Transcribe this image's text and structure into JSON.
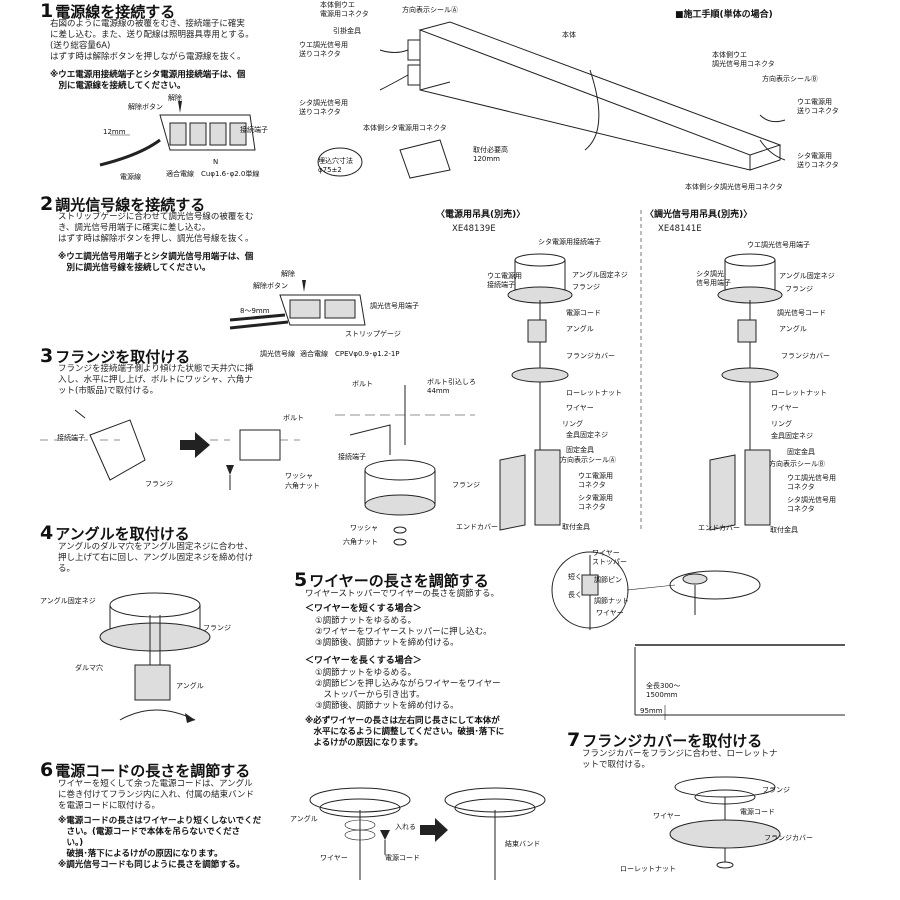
{
  "steps": {
    "s1": {
      "num": "1",
      "title": "電源線を接続する",
      "body": "右図のように電源線の被覆をむき、接続端子に確実\nに差し込む。また、送り配線は照明器具専用とする。\n(送り総容量6A)\nはずす時は解除ボタンを押しながら電源線を抜く。",
      "note": "※ウエ電源用接続端子とシタ電源用接続端子は、個\n　別に電源線を接続してください。",
      "labels": {
        "release": "解除",
        "release_btn": "解除ボタン",
        "terminal": "接続端子",
        "mm": "12mm",
        "n": "N",
        "wire": "電源線",
        "fit": "適合電線　Cuφ1.6･φ2.0単線"
      }
    },
    "s2": {
      "num": "2",
      "title": "調光信号線を接続する",
      "body": "ストリップゲージに合わせて調光信号線の被覆をむ\nき、調光信号用端子に確実に差し込む。\nはずす時は解除ボタンを押し、調光信号線を抜く。",
      "note": "※ウエ調光信号用端子とシタ調光信号用端子は、個\n　別に調光信号線を接続してください。",
      "labels": {
        "release": "解除",
        "release_btn": "解除ボタン",
        "terminal": "調光信号用端子",
        "mm": "8～9mm",
        "gauge": "ストリップゲージ",
        "wire": "調光信号線",
        "fit": "適合電線　CPEVφ0.9･φ1.2-1P"
      }
    },
    "s3": {
      "num": "3",
      "title": "フランジを取付ける",
      "body": "フランジを接続端子側より傾けた状態で天井穴に挿\n入し、水平に押し上げ、ボルトにワッシャ、六角ナ\nット(市販品)で取付ける。",
      "labels": {
        "terminal": "接続端子",
        "flange": "フランジ",
        "bolt": "ボルト",
        "washer": "ワッシャ",
        "nut": "六角ナット",
        "bolt2": "ボルト",
        "pull": "ボルト引込しろ\n44mm",
        "terminal2": "接続端子",
        "flange2": "フランジ",
        "washer2": "ワッシャ",
        "nut2": "六角ナット"
      }
    },
    "s4": {
      "num": "4",
      "title": "アングルを取付ける",
      "body": "アングルのダルマ穴をアングル固定ネジに合わせ、\n押し上げて右に回し、アングル固定ネジを締め付け\nる。",
      "labels": {
        "screw": "アングル固定ネジ",
        "flange": "フランジ",
        "hole": "ダルマ穴",
        "angle": "アングル"
      }
    },
    "s5": {
      "num": "5",
      "title": "ワイヤーの長さを調節する",
      "body": "ワイヤーストッパーでワイヤーの長さを調節する。",
      "short_title": "＜ワイヤーを短くする場合＞",
      "short_steps": "①調節ナットをゆるめる。\n②ワイヤーをワイヤーストッパーに押し込む。\n③調節後、調節ナットを締め付ける。",
      "long_title": "＜ワイヤーを長くする場合＞",
      "long_steps": "①調節ナットをゆるめる。\n②調節ピンを押し込みながらワイヤーをワイヤー\n　ストッパーから引き出す。\n③調節後、調節ナットを締め付ける。",
      "note": "※必ずワイヤーの長さは左右同じ長さにして本体が\n　水平になるように調整してください。破損･落下に\n　よるけがの原因になります。",
      "labels": {
        "stopper": "ワイヤー\nストッパー",
        "short": "短く",
        "long": "長く",
        "pin": "調節ピン",
        "nut": "調節ナット",
        "wire": "ワイヤー",
        "total": "全長300～\n1500mm",
        "mm95": "95mm"
      }
    },
    "s6": {
      "num": "6",
      "title": "電源コードの長さを調節する",
      "body": "ワイヤーを短くして余った電源コードは、アングル\nに巻き付けてフランジ内に入れ、付属の結束バンド\nを電源コードに取付ける。",
      "note": "※電源コードの長さはワイヤーより短くしないでくだ\n　さい。(電源コードで本体を吊らないでくださ\n　い。)\n　破損･落下によるけがの原因になります。\n※調光信号コードも同じように長さを調節する。",
      "labels": {
        "angle": "アングル",
        "insert": "入れる",
        "wire": "ワイヤー",
        "cord": "電源コード",
        "band": "結束バンド"
      }
    },
    "s7": {
      "num": "7",
      "title": "フランジカバーを取付ける",
      "body": "フランジカバーをフランジに合わせ、ローレットナ\nットで取付ける。",
      "labels": {
        "flange": "フランジ",
        "cord": "電源コード",
        "wire": "ワイヤー",
        "cover": "フランジカバー",
        "knurl": "ローレットナット"
      }
    }
  },
  "top": {
    "heading": "■施工手順(単体の場合)",
    "labels": {
      "main_upper_conn": "本体側ウエ\n電源用コネクタ",
      "hook": "引掛金具",
      "dir_a": "方向表示シールⒶ",
      "body": "本体",
      "upper_dim_send": "ウエ調光信号用\n送りコネクタ",
      "lower_dim_send": "シタ調光信号用\n送りコネクタ",
      "main_lower_conn": "本体側シタ電源用コネクタ",
      "main_upper_dim": "本体側ウエ\n調光信号用コネクタ",
      "dir_b": "方向表示シールⒷ",
      "upper_power_send": "ウエ電源用\n送りコネクタ",
      "lower_power_send": "シタ電源用\n送りコネクタ",
      "main_lower_dim": "本体側シタ調光信号用コネクタ",
      "hole": "埋込穴寸法\nφ75±2",
      "height": "取付必要高\n120mm"
    }
  },
  "kits": {
    "power": {
      "title": "〈電源用吊具(別売)〉",
      "model": "XE48139E",
      "labels": {
        "lower_term": "シタ電源用接続端子",
        "upper_term": "ウエ電源用\n接続端子",
        "screw": "アングル固定ネジ",
        "flange": "フランジ",
        "cord": "電源コード",
        "angle": "アングル",
        "cover": "フランジカバー",
        "knurl": "ローレットナット",
        "wire": "ワイヤー",
        "ring": "リング",
        "fix_screw": "金具固定ネジ",
        "fix_bracket": "固定金具",
        "dir": "方向表示シールⒶ",
        "up_conn": "ウエ電源用\nコネクタ",
        "down_conn": "シタ電源用\nコネクタ",
        "end": "エンドカバー",
        "mount": "取付金具"
      }
    },
    "dim": {
      "title": "〈調光信号用吊具(別売)〉",
      "model": "XE48141E",
      "labels": {
        "upper_term": "ウエ調光信号用端子",
        "lower_term": "シタ調光\n信号用端子",
        "screw": "アングル固定ネジ",
        "flange": "フランジ",
        "cord": "調光信号コード",
        "angle": "アングル",
        "cover": "フランジカバー",
        "knurl": "ローレットナット",
        "wire": "ワイヤー",
        "ring": "リング",
        "fix_screw": "金具固定ネジ",
        "fix_bracket": "固定金具",
        "dir": "方向表示シールⒷ",
        "up_conn": "ウエ調光信号用\nコネクタ",
        "down_conn": "シタ調光信号用\nコネクタ",
        "end": "エンドカバー",
        "mount": "取付金具"
      }
    }
  }
}
